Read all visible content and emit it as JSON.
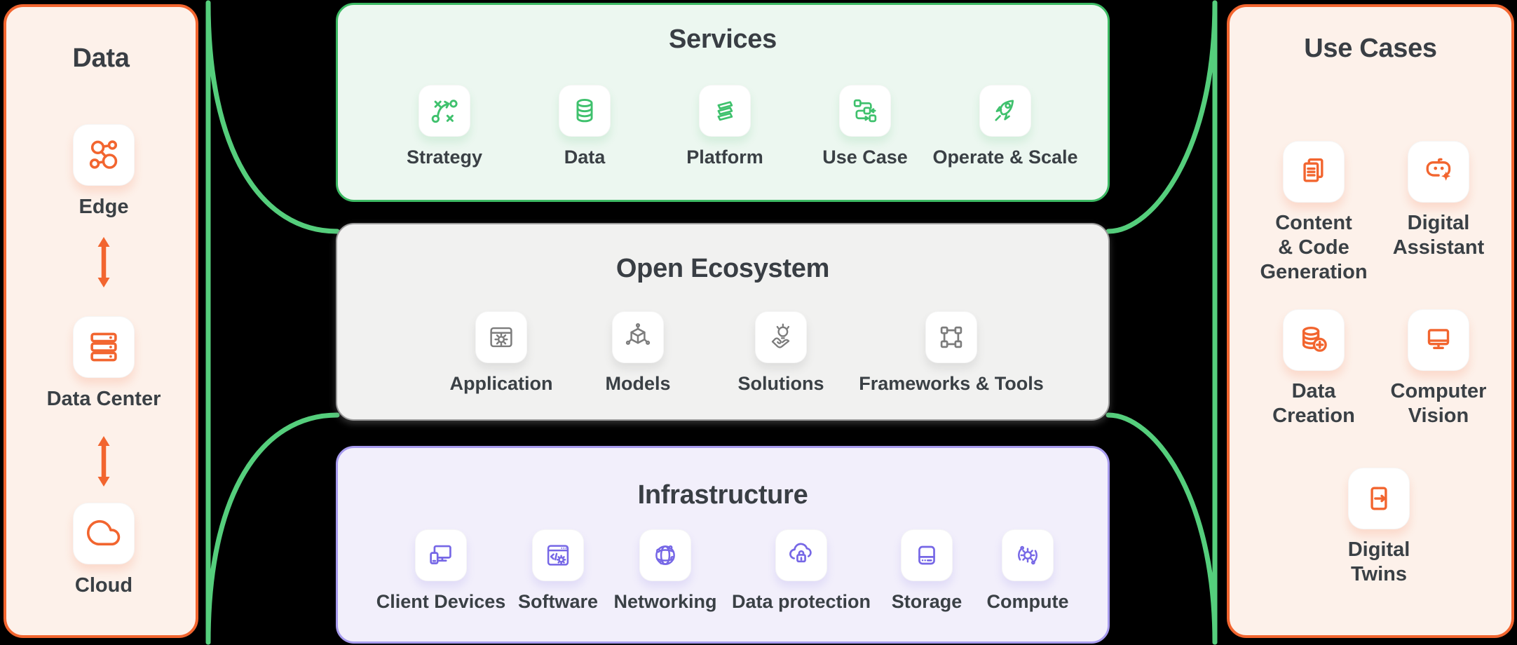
{
  "colors": {
    "background": "#000000",
    "orange_accent": "#F2652F",
    "peach_panel_bg": "#FDF1EA",
    "green_connector": "#55CE7C",
    "green_border": "#3CB963",
    "green_icon": "#3FC16D",
    "services_bg": "#ECF7F0",
    "gray_border": "#9B9B9B",
    "gray_icon": "#7C7C7C",
    "ecosystem_bg": "#F1F1F0",
    "purple_border": "#A79BEE",
    "purple_icon": "#7667E6",
    "infrastructure_bg": "#F2EFFB",
    "text": "#3A4045"
  },
  "data_panel": {
    "title": "Data",
    "items": [
      {
        "label": "Edge",
        "icon": "edge-network-icon"
      },
      {
        "label": "Data Center",
        "icon": "server-stack-icon"
      },
      {
        "label": "Cloud",
        "icon": "cloud-icon"
      }
    ]
  },
  "services_panel": {
    "title": "Services",
    "items": [
      {
        "label": "Strategy",
        "icon": "strategy-icon"
      },
      {
        "label": "Data",
        "icon": "database-icon"
      },
      {
        "label": "Platform",
        "icon": "layers-icon"
      },
      {
        "label": "Use Case",
        "icon": "workflow-icon"
      },
      {
        "label": "Operate & Scale",
        "icon": "rocket-icon"
      }
    ]
  },
  "ecosystem_panel": {
    "title": "Open Ecosystem",
    "items": [
      {
        "label": "Application",
        "icon": "app-window-gear-icon"
      },
      {
        "label": "Models",
        "icon": "cube-nodes-icon"
      },
      {
        "label": "Solutions",
        "icon": "hand-lightbulb-icon"
      },
      {
        "label": "Frameworks & Tools",
        "icon": "frame-squares-icon"
      }
    ]
  },
  "infrastructure_panel": {
    "title": "Infrastructure",
    "items": [
      {
        "label": "Client Devices",
        "icon": "devices-icon"
      },
      {
        "label": "Software",
        "icon": "code-window-gear-icon"
      },
      {
        "label": "Networking",
        "icon": "globe-network-icon"
      },
      {
        "label": "Data protection",
        "icon": "cloud-lock-icon"
      },
      {
        "label": "Storage",
        "icon": "storage-drive-icon"
      },
      {
        "label": "Compute",
        "icon": "gear-orbit-icon"
      }
    ]
  },
  "use_cases_panel": {
    "title": "Use Cases",
    "items": [
      {
        "label": "Content\n& Code\nGeneration",
        "icon": "documents-icon"
      },
      {
        "label": "Digital\nAssistant",
        "icon": "chatbot-sparkle-icon"
      },
      {
        "label": "Data\nCreation",
        "icon": "database-plus-icon"
      },
      {
        "label": "Computer\nVision",
        "icon": "monitor-icon"
      },
      {
        "label": "Digital\nTwins",
        "icon": "twin-brackets-arrow-icon"
      }
    ]
  }
}
